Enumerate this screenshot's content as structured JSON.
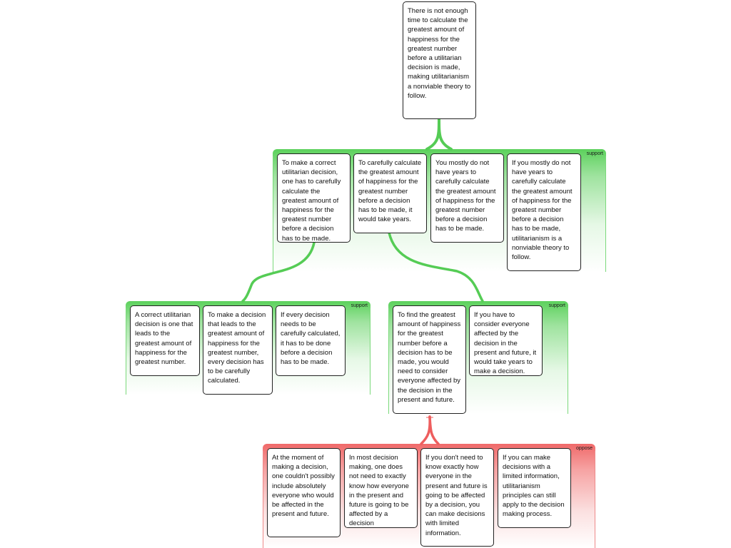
{
  "root": "There is not enough time to calculate the greatest amount of happiness for the greatest number before a utilitarian decision is made, making utilitarianism a nonviable theory to follow.",
  "groups": {
    "top": {
      "tag": "support",
      "items": [
        "To make a correct utilitarian decision, one has to carefully calculate the greatest amount of happiness for the greatest number before a decision has to be made.",
        "To carefully calculate the greatest amount of happiness for the greatest number before a decision has to be made, it would take years.",
        "You mostly do not have years to carefully calculate the greatest amount of happiness for the greatest number before a decision has to be made.",
        "If you mostly do not have years to carefully calculate the greatest amount of happiness for the greatest number before a decision has to be made, utilitarianism is a nonviable theory to follow."
      ]
    },
    "left": {
      "tag": "support",
      "items": [
        "A correct utilitarian decision is one that leads to the greatest amount of happiness for the greatest number.",
        "To make a decision that leads to the greatest amount of happiness for the greatest number, every decision has to be carefully calculated.",
        "If every decision needs to be carefully calculated, it has to be done before a decision has to be made."
      ]
    },
    "right": {
      "tag": "support",
      "items": [
        "To find the greatest amount of happiness for the greatest number before a decision has to be made, you would need to consider everyone affected by the decision in the present and future.",
        "If you have to consider everyone affected by the decision in the present and future, it would take years to make a decision."
      ]
    },
    "bottom": {
      "tag": "oppose",
      "items": [
        "At the moment of making a decision, one couldn't possibly include absolutely everyone who would be affected in the present and future.",
        "In most decision making, one does not need to exactly know how everyone in the present and future is going to be affected by a decision",
        "If you don't need to know exactly how everyone in the present and future is going to be affected by a decision, you can make decisions with limited information.",
        "If you can make decisions with a limited  information, utilitarianism principles can still apply to the decision making process."
      ]
    }
  },
  "colors": {
    "support": "#5cd15c",
    "oppose": "#f06a6a",
    "connector_support": "#55cc55",
    "connector_oppose": "#ee5e5e"
  }
}
